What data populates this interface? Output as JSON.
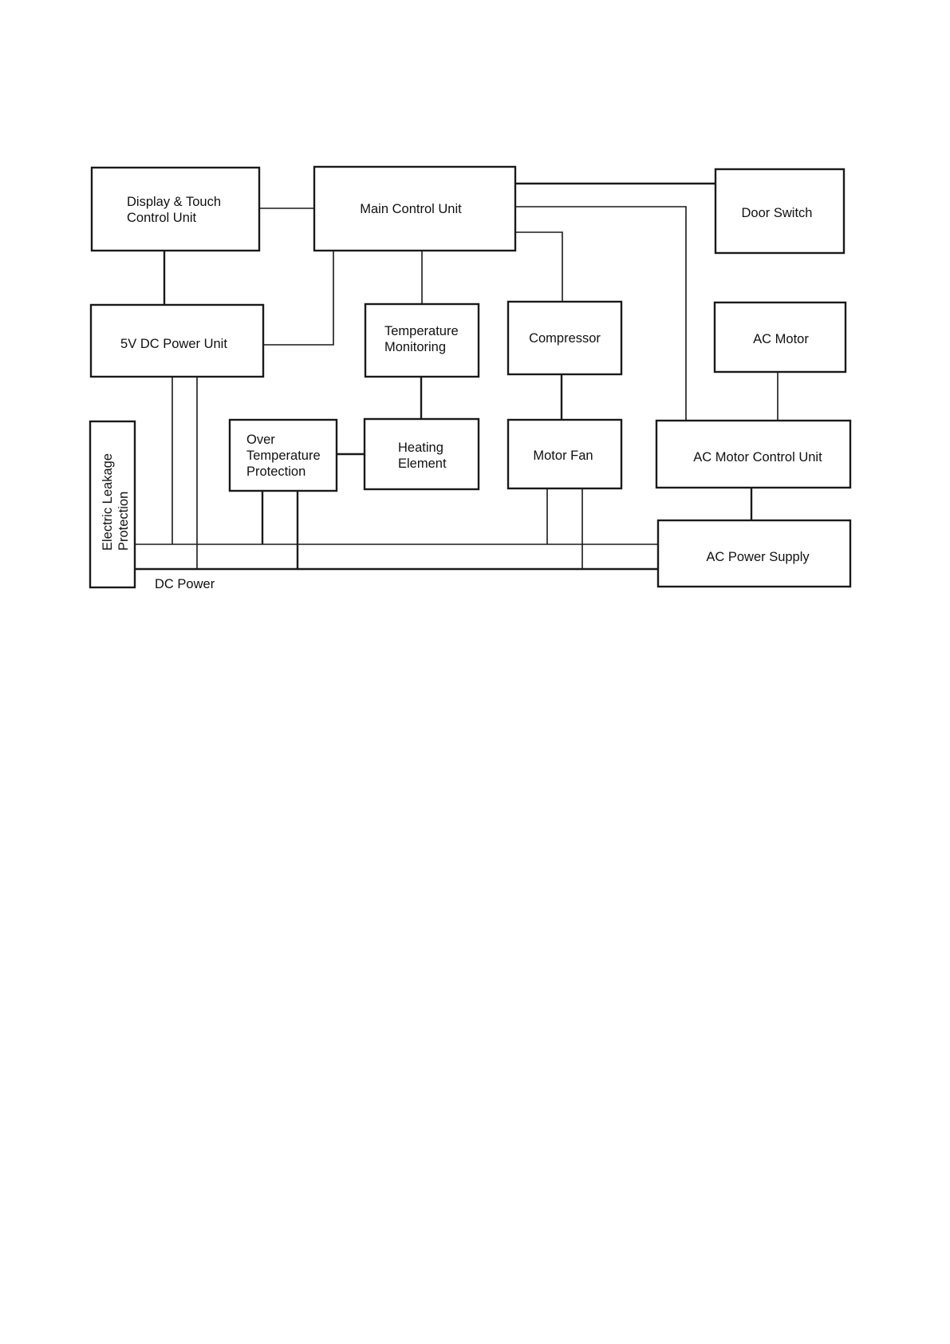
{
  "diagram": {
    "blocks": {
      "display_touch": [
        "Display & Touch",
        "Control Unit"
      ],
      "main_control": [
        "Main Control Unit"
      ],
      "door_switch": [
        "Door Switch"
      ],
      "dc_power_unit": [
        "5V DC Power Unit"
      ],
      "temperature_monitoring": [
        "Temperature",
        "Monitoring"
      ],
      "compressor": [
        "Compressor"
      ],
      "ac_motor": [
        "AC Motor"
      ],
      "electric_leakage": [
        "Electric Leakage",
        "Protection"
      ],
      "over_temperature": [
        "Over",
        "Temperature",
        "Protection"
      ],
      "heating_element": [
        "Heating",
        "Element"
      ],
      "motor_fan": [
        "Motor Fan"
      ],
      "ac_motor_control": [
        "AC Motor Control Unit"
      ],
      "ac_power_supply": [
        "AC Power Supply"
      ]
    },
    "labels": {
      "dc_power": "DC Power"
    }
  }
}
